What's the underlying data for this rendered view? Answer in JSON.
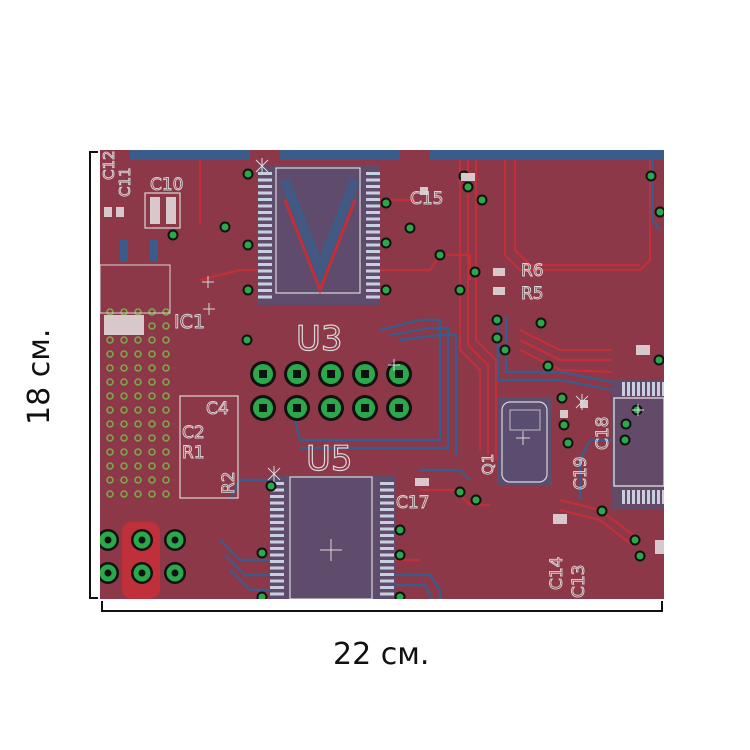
{
  "dimensions": {
    "width_label": "22 см.",
    "height_label": "18 см."
  },
  "components": {
    "u3": "U3",
    "u5": "U5",
    "ic1": "IC1",
    "c10": "C10",
    "c11": "C11",
    "c12": "C12",
    "c15": "C15",
    "c17": "C17",
    "c4": "C4",
    "c2": "C2",
    "r1": "R1",
    "r2": "R2",
    "r5": "R5",
    "r6": "R6",
    "q1": "Q1",
    "c19": "C19",
    "c18": "C18",
    "c14": "C14",
    "c13": "C13"
  },
  "colors": {
    "board": "#8c3848",
    "trace_red": "#c0303a",
    "trace_blue": "#3a5c8a",
    "via_green": "#2aa84a",
    "silkscreen": "#d8d8d8",
    "dimension_line": "#111111"
  }
}
